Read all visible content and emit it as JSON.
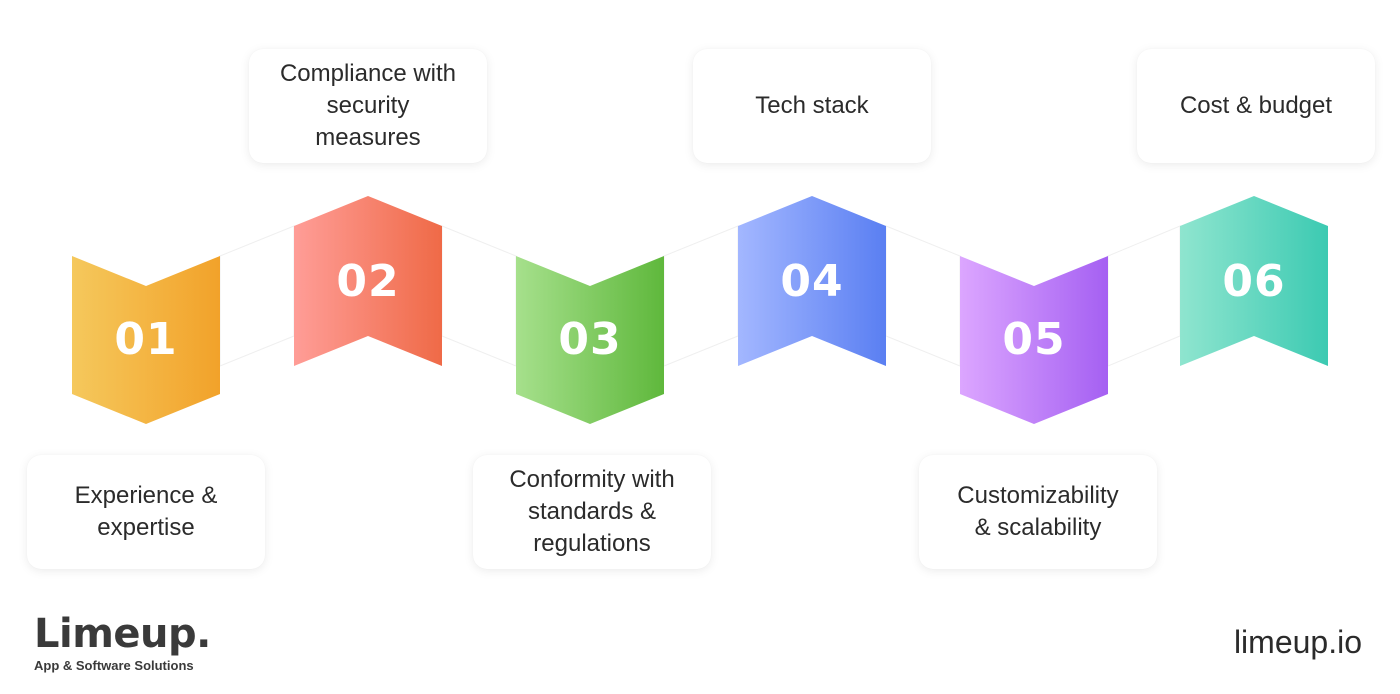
{
  "steps": [
    {
      "number": "01",
      "label": "Experience &\nexpertise",
      "color_from": "#f5c85c",
      "color_to": "#f2a22a"
    },
    {
      "number": "02",
      "label": "Compliance with\nsecurity\nmeasures",
      "color_from": "#ff9d97",
      "color_to": "#ef6a47"
    },
    {
      "number": "03",
      "label": "Conformity with\nstandards &\nregulations",
      "color_from": "#a6e08c",
      "color_to": "#5fb83c"
    },
    {
      "number": "04",
      "label": "Tech stack",
      "color_from": "#a3b7ff",
      "color_to": "#5a7ff2"
    },
    {
      "number": "05",
      "label": "Customizability\n& scalability",
      "color_from": "#dca6ff",
      "color_to": "#a560f2"
    },
    {
      "number": "06",
      "label": "Cost & budget",
      "color_from": "#8fe5cf",
      "color_to": "#3ccab2"
    }
  ],
  "brand": {
    "name": "Limeup.",
    "tagline": "App & Software Solutions",
    "website": "limeup.io"
  }
}
